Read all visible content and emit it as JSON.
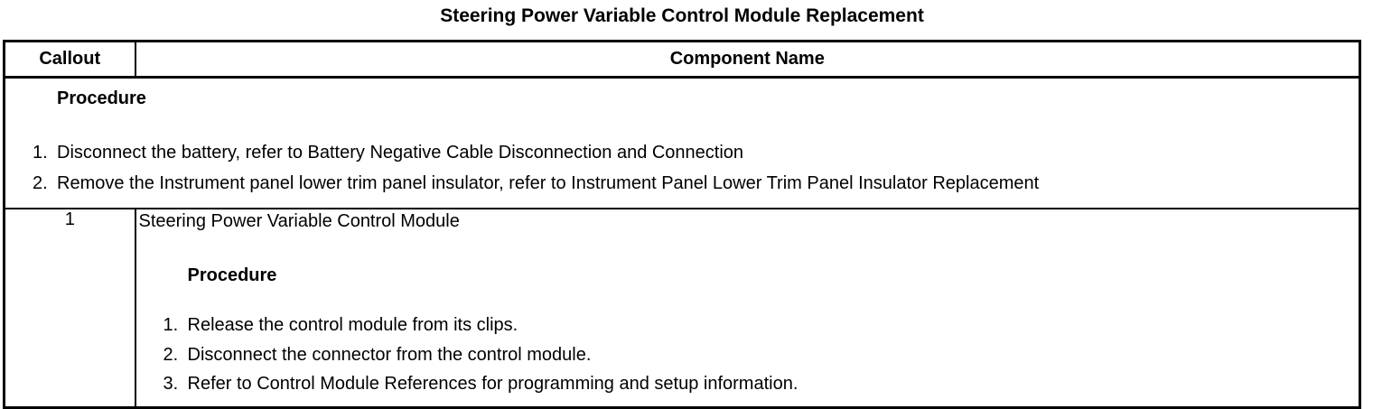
{
  "page_title": "Steering Power Variable Control Module Replacement",
  "table": {
    "headers": {
      "callout": "Callout",
      "component_name": "Component Name"
    },
    "procedure_row": {
      "heading": "Procedure",
      "steps": [
        {
          "num": "1.",
          "text": "Disconnect the battery, refer to Battery Negative Cable Disconnection and Connection"
        },
        {
          "num": "2.",
          "text": "Remove the Instrument panel lower trim panel insulator, refer to Instrument Panel Lower Trim Panel Insulator Replacement"
        }
      ]
    },
    "component_rows": [
      {
        "callout": "1",
        "component_name": "Steering Power Variable Control Module",
        "procedure_heading": "Procedure",
        "steps": [
          {
            "num": "1.",
            "text": "Release the control module from its clips."
          },
          {
            "num": "2.",
            "text": "Disconnect the connector from the control module."
          },
          {
            "num": "3.",
            "text": "Refer to Control Module References for programming and setup information."
          }
        ]
      }
    ]
  },
  "colors": {
    "border": "#000000",
    "text": "#000000",
    "background": "#ffffff"
  }
}
